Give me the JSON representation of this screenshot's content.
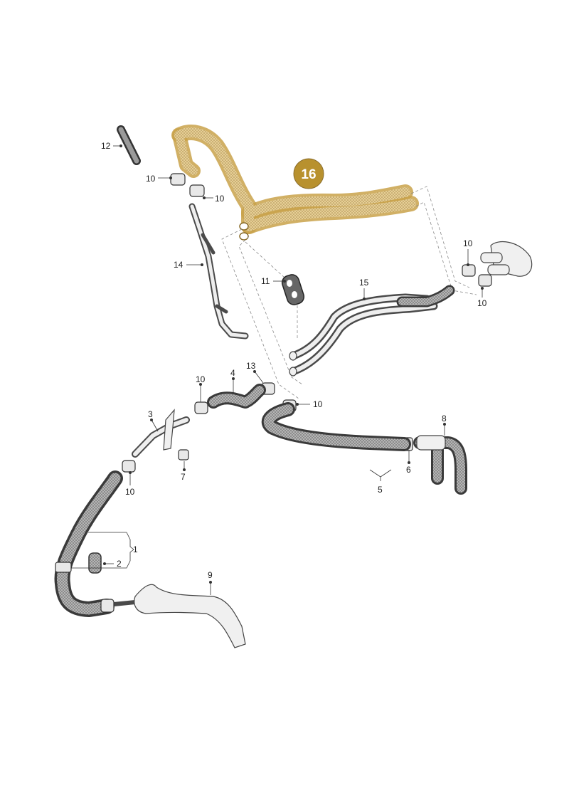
{
  "callout": {
    "label": "16",
    "color": "#b8912e"
  },
  "colors": {
    "highlight": "#e6cf96",
    "hose_mesh": "#8c8c8c"
  },
  "labels": {
    "p1": "1",
    "p2": "2",
    "p3": "3",
    "p4": "4",
    "p5": "5",
    "p6": "6",
    "p7": "7",
    "p8": "8",
    "p9": "9",
    "p10a": "10",
    "p10b": "10",
    "p10c": "10",
    "p10d": "10",
    "p10e": "10",
    "p10f": "10",
    "p10g": "10",
    "p11": "11",
    "p12": "12",
    "p13": "13",
    "p14": "14",
    "p15": "15"
  }
}
